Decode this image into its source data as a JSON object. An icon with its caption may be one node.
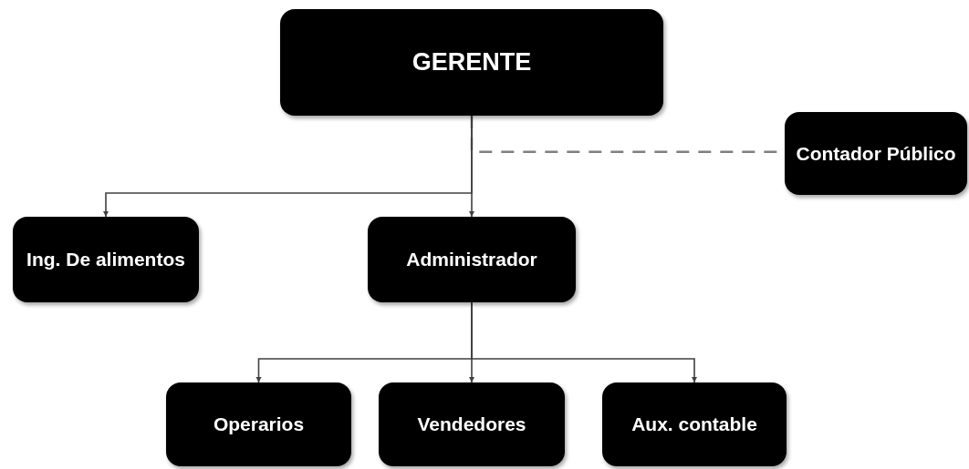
{
  "diagram": {
    "nodes": [
      {
        "text": [
          "GERENTE"
        ]
      },
      {
        "text": [
          "Contador Público"
        ]
      },
      {
        "text": [
          "Ing. De alimentos"
        ]
      },
      {
        "text": [
          "Administrador"
        ]
      },
      {
        "text": [
          "Operarios"
        ]
      },
      {
        "text": [
          "Vendedores"
        ]
      },
      {
        "text": [
          "Aux. contable"
        ]
      }
    ],
    "edges": [
      {
        "from": 0,
        "to": 1,
        "arrow": "none",
        "style": "dashed",
        "color": "#7f7f7f"
      },
      {
        "from": 0,
        "to": 2,
        "arrow": "to"
      },
      {
        "from": 0,
        "to": 3,
        "arrow": "to"
      },
      {
        "from": 3,
        "to": 4,
        "arrow": "to"
      },
      {
        "from": 3,
        "to": 5,
        "arrow": "to"
      },
      {
        "from": 3,
        "to": 6,
        "arrow": "to"
      }
    ]
  }
}
